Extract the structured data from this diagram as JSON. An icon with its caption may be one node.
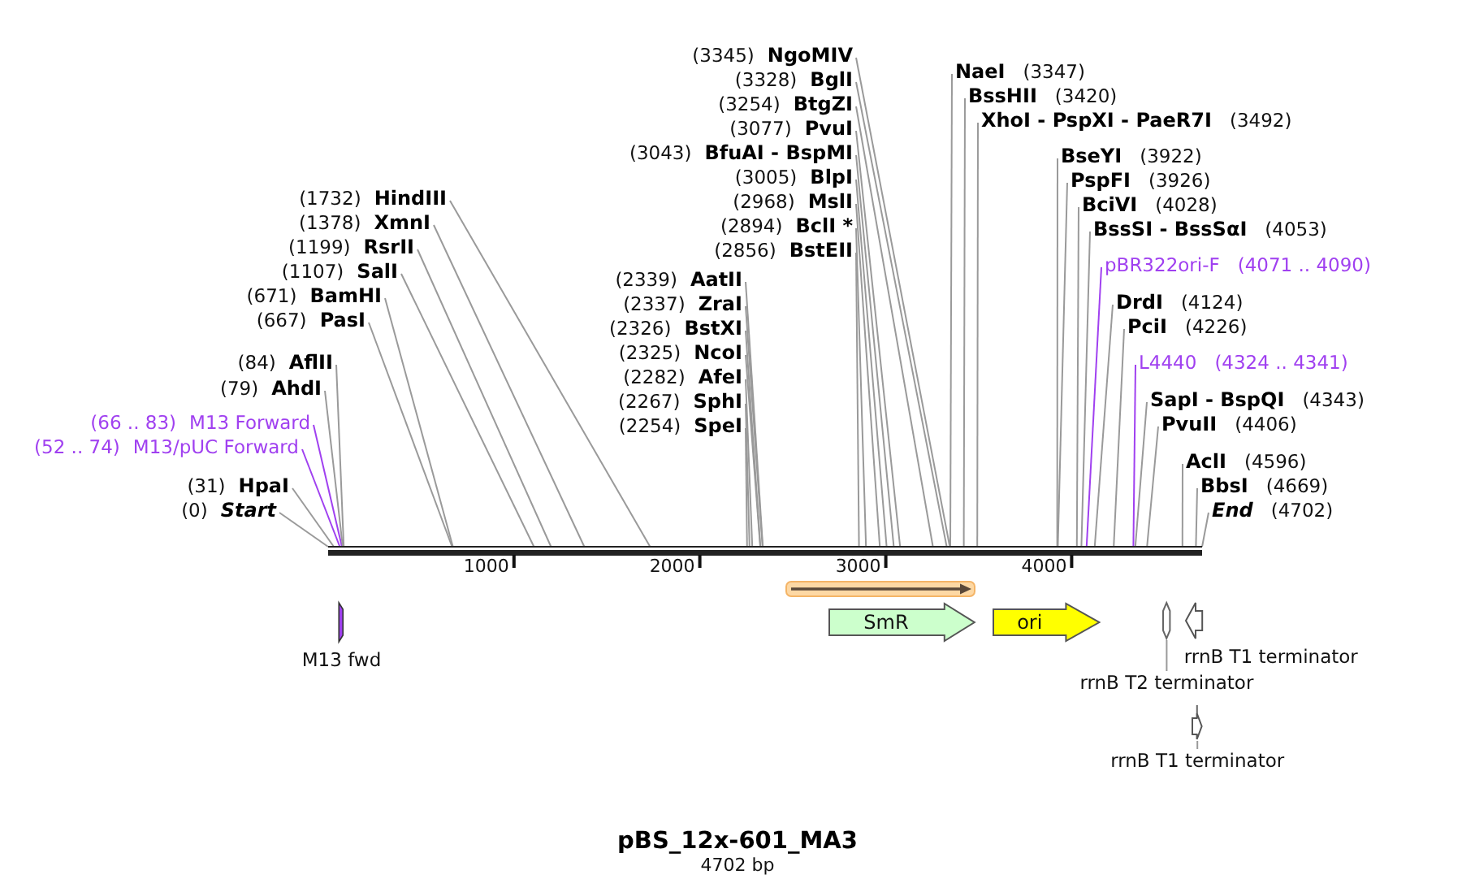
{
  "diagram": {
    "title": "pBS_12x-601_MA3",
    "nodes": [
      {
        "text": [],
        "shape": "bar"
      },
      {
        "text": [
          "(0)",
          "Start"
        ]
      },
      {
        "text": [
          "(31)",
          "HpaI"
        ]
      },
      {
        "text": [
          "(52 .. 74)",
          "M13/pUC Forward"
        ]
      },
      {
        "text": [
          "(66 .. 83)",
          "M13 Forward"
        ]
      },
      {
        "text": [
          "(79)",
          "AhdI"
        ]
      },
      {
        "text": [
          "(84)",
          "AflII"
        ]
      },
      {
        "text": [
          "(667)",
          "PasI"
        ]
      },
      {
        "text": [
          "(671)",
          "BamHI"
        ]
      },
      {
        "text": [
          "(1107)",
          "SalI"
        ]
      },
      {
        "text": [
          "(1199)",
          "RsrII"
        ]
      },
      {
        "text": [
          "(1378)",
          "XmnI"
        ]
      },
      {
        "text": [
          "(1732)",
          "HindIII"
        ]
      },
      {
        "text": [
          "(2254)",
          "SpeI"
        ]
      },
      {
        "text": [
          "(2267)",
          "SphI"
        ]
      },
      {
        "text": [
          "(2282)",
          "AfeI"
        ]
      },
      {
        "text": [
          "(2325)",
          "NcoI"
        ]
      },
      {
        "text": [
          "(2326)",
          "BstXI"
        ]
      },
      {
        "text": [
          "(2337)",
          "ZraI"
        ]
      },
      {
        "text": [
          "(2339)",
          "AatII"
        ]
      },
      {
        "text": [
          "(2856)",
          "BstEII"
        ]
      },
      {
        "text": [
          "(2894)",
          "BclI *"
        ]
      },
      {
        "text": [
          "(2968)",
          "MslI"
        ]
      },
      {
        "text": [
          "(3005)",
          "BlpI"
        ]
      },
      {
        "text": [
          "(3043)",
          "BfuAI - BspMI"
        ]
      },
      {
        "text": [
          "(3077)",
          "PvuI"
        ]
      },
      {
        "text": [
          "(3254)",
          "BtgZI"
        ]
      },
      {
        "text": [
          "(3328)",
          "BglI"
        ]
      },
      {
        "text": [
          "(3345)",
          "NgoMIV"
        ]
      },
      {
        "text": [
          "NaeI",
          "(3347)"
        ]
      },
      {
        "text": [
          "BssHII",
          "(3420)"
        ]
      },
      {
        "text": [
          "XhoI - PspXI - PaeR7I",
          "(3492)"
        ]
      },
      {
        "text": [
          "BseYI",
          "(3922)"
        ]
      },
      {
        "text": [
          "PspFI",
          "(3926)"
        ]
      },
      {
        "text": [
          "BciVI",
          "(4028)"
        ]
      },
      {
        "text": [
          "BssSI - BssSαI",
          "(4053)"
        ]
      },
      {
        "text": [
          "pBR322ori-F",
          "(4071 .. 4090)"
        ]
      },
      {
        "text": [
          "DrdI",
          "(4124)"
        ]
      },
      {
        "text": [
          "PciI",
          "(4226)"
        ]
      },
      {
        "text": [
          "L4440",
          "(4324 .. 4341)"
        ]
      },
      {
        "text": [
          "SapI - BspQI",
          "(4343)"
        ]
      },
      {
        "text": [
          "PvuII",
          "(4406)"
        ]
      },
      {
        "text": [
          "AclI",
          "(4596)"
        ]
      },
      {
        "text": [
          "BbsI",
          "(4669)"
        ]
      },
      {
        "text": [
          "End",
          "(4702)"
        ]
      },
      {
        "text": [],
        "shape": "arrow",
        "beside": [
          "M13 fwd"
        ]
      },
      {
        "text": [],
        "shape": "arrow"
      },
      {
        "text": [
          "SmR"
        ]
      },
      {
        "text": [
          "ori"
        ]
      },
      {
        "text": [],
        "shape": "arrow"
      },
      {
        "text": [],
        "shape": "arrow",
        "beside": [
          "rrnB T1 terminator"
        ]
      },
      {
        "text": [
          "rrnB T2 terminator"
        ]
      },
      {
        "text": [],
        "shape": "arrow"
      },
      {
        "text": [
          "rrnB T1 terminator"
        ]
      }
    ],
    "edges": [
      {
        "from": 1,
        "to": 0,
        "arrow": "none"
      },
      {
        "from": 2,
        "to": 0,
        "arrow": "none"
      },
      {
        "from": 3,
        "to": 0,
        "arrow": "none",
        "color": "#a040f0"
      },
      {
        "from": 4,
        "to": 0,
        "arrow": "none",
        "color": "#a040f0"
      },
      {
        "from": 5,
        "to": 0,
        "arrow": "none"
      },
      {
        "from": 6,
        "to": 0,
        "arrow": "none"
      },
      {
        "from": 7,
        "to": 0,
        "arrow": "none"
      },
      {
        "from": 8,
        "to": 0,
        "arrow": "none"
      },
      {
        "from": 9,
        "to": 0,
        "arrow": "none"
      },
      {
        "from": 10,
        "to": 0,
        "arrow": "none"
      },
      {
        "from": 11,
        "to": 0,
        "arrow": "none"
      },
      {
        "from": 12,
        "to": 0,
        "arrow": "none"
      },
      {
        "from": 13,
        "to": 0,
        "arrow": "none"
      },
      {
        "from": 14,
        "to": 0,
        "arrow": "none"
      },
      {
        "from": 15,
        "to": 0,
        "arrow": "none"
      },
      {
        "from": 16,
        "to": 0,
        "arrow": "none"
      },
      {
        "from": 17,
        "to": 0,
        "arrow": "none"
      },
      {
        "from": 18,
        "to": 0,
        "arrow": "none"
      },
      {
        "from": 19,
        "to": 0,
        "arrow": "none"
      },
      {
        "from": 20,
        "to": 0,
        "arrow": "none"
      },
      {
        "from": 21,
        "to": 0,
        "arrow": "none"
      },
      {
        "from": 22,
        "to": 0,
        "arrow": "none"
      },
      {
        "from": 23,
        "to": 0,
        "arrow": "none"
      },
      {
        "from": 24,
        "to": 0,
        "arrow": "none"
      },
      {
        "from": 25,
        "to": 0,
        "arrow": "none"
      },
      {
        "from": 26,
        "to": 0,
        "arrow": "none"
      },
      {
        "from": 27,
        "to": 0,
        "arrow": "none"
      },
      {
        "from": 28,
        "to": 0,
        "arrow": "none"
      },
      {
        "from": 29,
        "to": 0,
        "arrow": "none"
      },
      {
        "from": 30,
        "to": 0,
        "arrow": "none"
      },
      {
        "from": 31,
        "to": 0,
        "arrow": "none"
      },
      {
        "from": 32,
        "to": 0,
        "arrow": "none"
      },
      {
        "from": 33,
        "to": 0,
        "arrow": "none"
      },
      {
        "from": 34,
        "to": 0,
        "arrow": "none"
      },
      {
        "from": 35,
        "to": 0,
        "arrow": "none"
      },
      {
        "from": 36,
        "to": 0,
        "arrow": "none",
        "color": "#a040f0"
      },
      {
        "from": 37,
        "to": 0,
        "arrow": "none"
      },
      {
        "from": 38,
        "to": 0,
        "arrow": "none"
      },
      {
        "from": 39,
        "to": 0,
        "arrow": "none",
        "color": "#a040f0"
      },
      {
        "from": 40,
        "to": 0,
        "arrow": "none"
      },
      {
        "from": 41,
        "to": 0,
        "arrow": "none"
      },
      {
        "from": 42,
        "to": 0,
        "arrow": "none"
      },
      {
        "from": 43,
        "to": 0,
        "arrow": "none"
      },
      {
        "from": 44,
        "to": 0,
        "arrow": "none"
      },
      {
        "from": 51,
        "to": 49,
        "arrow": "none"
      },
      {
        "from": 53,
        "to": 52,
        "arrow": "none"
      }
    ],
    "labels": [
      "1000",
      "2000",
      "3000",
      "4000",
      "4702 bp"
    ]
  }
}
